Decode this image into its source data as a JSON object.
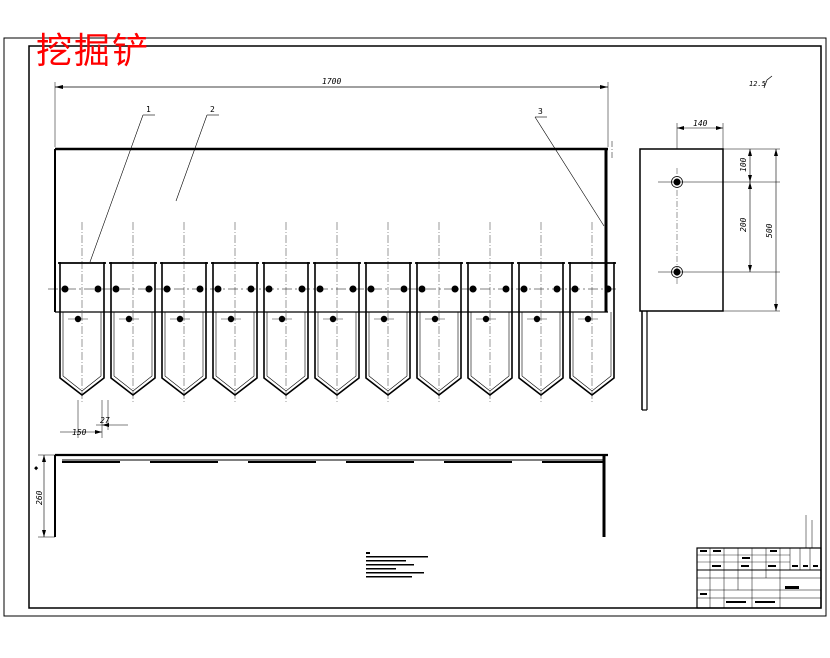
{
  "title": "挖掘铲",
  "colors": {
    "line": "#000000",
    "title": "#ff0000",
    "paper": "#ffffff"
  },
  "main_view": {
    "overall_width_dim": "1700",
    "tooth_pitch_dim": "150",
    "tooth_gap_dim": "27",
    "tooth_count": 11
  },
  "balloons": [
    {
      "label": "1",
      "leader": "1"
    },
    {
      "label": "2",
      "leader": "2"
    },
    {
      "label": "3",
      "leader": "3"
    }
  ],
  "side_view": {
    "top_dim": "140",
    "hole_offset_dim": "100",
    "hole_spacing_dim": "200",
    "height_dim": "500"
  },
  "bottom_view": {
    "height_dim": "260"
  },
  "roughness_note": "12.5"
}
